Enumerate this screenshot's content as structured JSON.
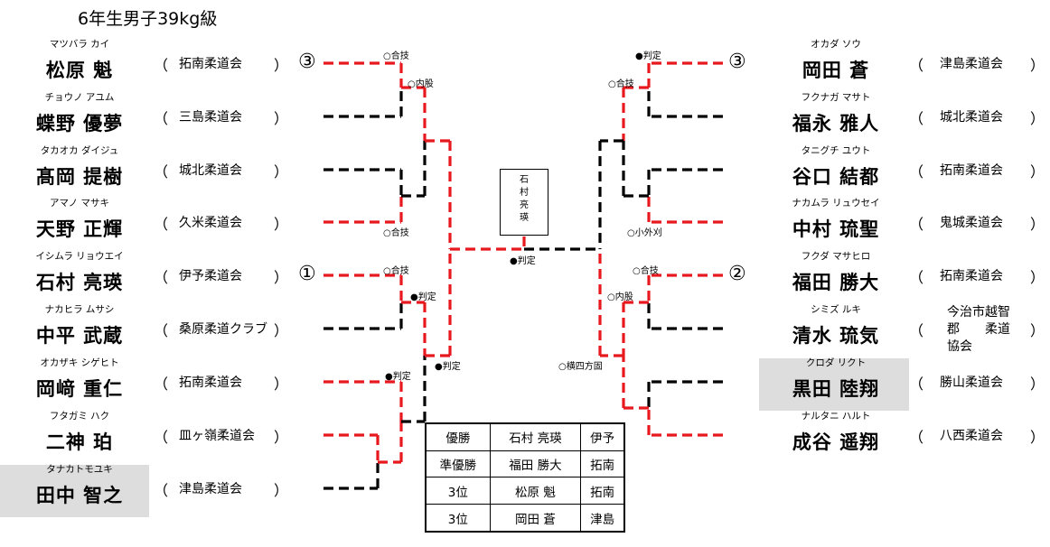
{
  "title": "6年生男子39kg級",
  "left": [
    {
      "kana": "マツバラ カイ",
      "name": "松原 魁",
      "club": "拓南柔道会",
      "seed": "③"
    },
    {
      "kana": "チョウノ アユム",
      "name": "蝶野 優夢",
      "club": "三島柔道会",
      "seed": ""
    },
    {
      "kana": "タカオカ ダイジュ",
      "name": "髙岡 提樹",
      "club": "城北柔道会",
      "seed": ""
    },
    {
      "kana": "アマノ マサキ",
      "name": "天野 正輝",
      "club": "久米柔道会",
      "seed": ""
    },
    {
      "kana": "イシムラ リョウエイ",
      "name": "石村 亮瑛",
      "club": "伊予柔道会",
      "seed": "①"
    },
    {
      "kana": "ナカヒラ ムサシ",
      "name": "中平 武蔵",
      "club": "桑原柔道クラブ",
      "seed": ""
    },
    {
      "kana": "オカザキ シゲヒト",
      "name": "岡﨑 重仁",
      "club": "拓南柔道会",
      "seed": ""
    },
    {
      "kana": "フタガミ ハク",
      "name": "二神 珀",
      "club": "皿ヶ嶺柔道会",
      "seed": ""
    },
    {
      "kana": "タナカトモユキ",
      "name": "田中 智之",
      "club": "津島柔道会",
      "seed": ""
    }
  ],
  "right": [
    {
      "kana": "オカダ ソウ",
      "name": "岡田 蒼",
      "club": "津島柔道会",
      "seed": "③"
    },
    {
      "kana": "フクナガ マサト",
      "name": "福永 雅人",
      "club": "城北柔道会",
      "seed": ""
    },
    {
      "kana": "タニグチ ユウト",
      "name": "谷口 結都",
      "club": "拓南柔道会",
      "seed": ""
    },
    {
      "kana": "ナカムラ リュウセイ",
      "name": "中村 琉聖",
      "club": "鬼城柔道会",
      "seed": ""
    },
    {
      "kana": "フクダ マサヒロ",
      "name": "福田 勝大",
      "club": "拓南柔道会",
      "seed": "②"
    },
    {
      "kana": "シミズ ルキ",
      "name": "清水 琉気",
      "club_lines": [
        "今治市越智",
        "郡　　柔道",
        "協会"
      ],
      "seed": ""
    },
    {
      "kana": "クロダ リクト",
      "name": "黒田 陸翔",
      "club": "勝山柔道会",
      "seed": ""
    },
    {
      "kana": "ナルタニ ハルト",
      "name": "成谷 遥翔",
      "club": "八西柔道会",
      "seed": ""
    }
  ],
  "paren_open": "（",
  "paren_close": "）",
  "referee": [
    "石",
    "村",
    "亮",
    "瑛"
  ],
  "labels": {
    "l_goukyo_1": "○合技",
    "l_uchimata": "○内股",
    "l_goukyo_2": "○合技",
    "l_goukyo_3": "○合技",
    "l_hantei_1": "●判定",
    "l_hantei_2": "●判定",
    "l_hantei_3": "●判定",
    "final_hantei": "●判定",
    "r_hantei": "●判定",
    "r_goukyo_1": "○合技",
    "r_kosoto": "○小外刈",
    "r_goukyo_2": "○合技",
    "r_uchimata": "○内股",
    "r_yoko": "○横四方固"
  },
  "results": [
    {
      "place": "優勝",
      "name": "石村 亮瑛",
      "club": "伊予"
    },
    {
      "place": "準優勝",
      "name": "福田 勝大",
      "club": "拓南"
    },
    {
      "place": "3位",
      "name": "松原 魁",
      "club": "拓南"
    },
    {
      "place": "3位",
      "name": "岡田 蒼",
      "club": "津島"
    }
  ],
  "colors": {
    "win": "#e8191e",
    "lose": "#000000",
    "shade": "#dddddd"
  }
}
